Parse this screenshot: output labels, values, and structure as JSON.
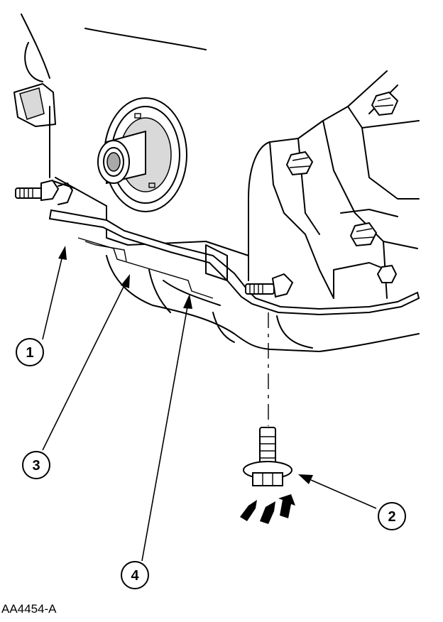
{
  "figure": {
    "code": "AA4454-A",
    "callouts": [
      {
        "id": "1",
        "label": "1"
      },
      {
        "id": "2",
        "label": "2"
      },
      {
        "id": "3",
        "label": "3"
      },
      {
        "id": "4",
        "label": "4"
      }
    ]
  },
  "colors": {
    "line": "#000000",
    "background": "#ffffff",
    "shade_light": "#d9d9d9",
    "shade_dark": "#a9a9a9"
  }
}
